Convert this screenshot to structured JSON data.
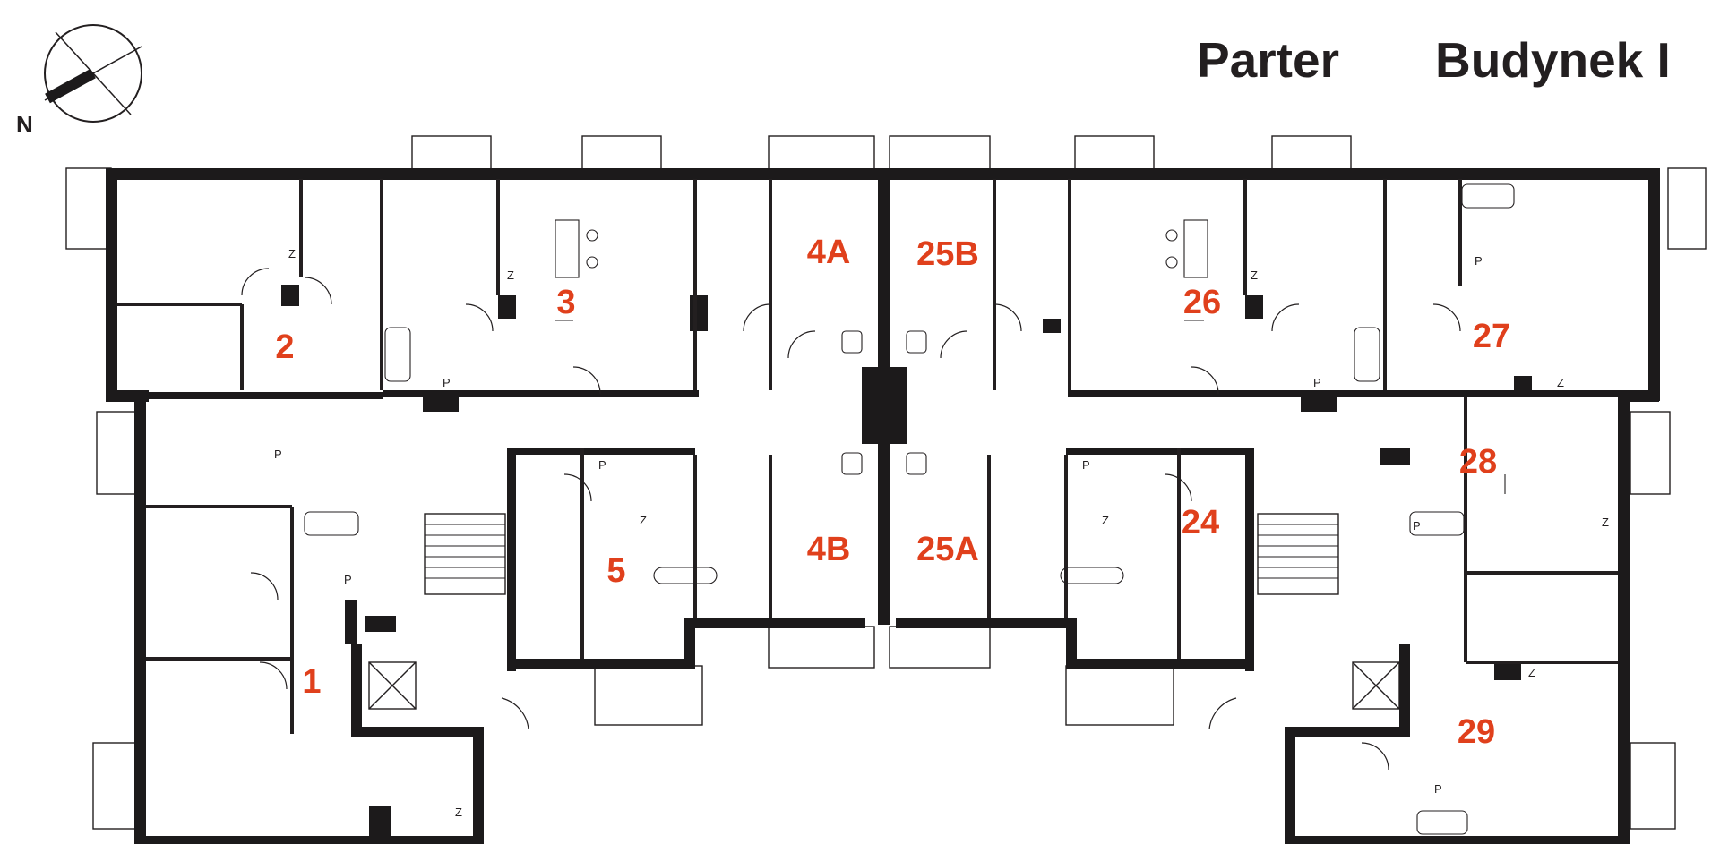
{
  "header": {
    "floor": "Parter",
    "building": "Budynek I"
  },
  "compass": {
    "north_label": "N",
    "icon": "compass-icon"
  },
  "units": [
    {
      "id": "1",
      "label": "1"
    },
    {
      "id": "2",
      "label": "2"
    },
    {
      "id": "3",
      "label": "3"
    },
    {
      "id": "4A",
      "label": "4A"
    },
    {
      "id": "4B",
      "label": "4B"
    },
    {
      "id": "5",
      "label": "5"
    },
    {
      "id": "24",
      "label": "24"
    },
    {
      "id": "25A",
      "label": "25A"
    },
    {
      "id": "25B",
      "label": "25B"
    },
    {
      "id": "26",
      "label": "26"
    },
    {
      "id": "27",
      "label": "27"
    },
    {
      "id": "28",
      "label": "28"
    },
    {
      "id": "29",
      "label": "29"
    }
  ],
  "fixture_marks": {
    "fridge": "Z",
    "washer": "P"
  },
  "colors": {
    "unit_label": "#e0401c",
    "wall": "#1c1a1b",
    "text": "#231f20"
  }
}
